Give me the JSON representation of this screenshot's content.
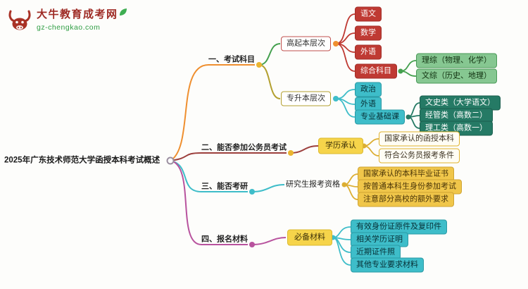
{
  "logo": {
    "title": "大牛教育成考网",
    "url": "gz-chengkao.com"
  },
  "colors": {
    "brand_red": "#9e2b25",
    "brand_green": "#2f9e44",
    "branch_exam_subjects": "#ef8f2f",
    "branch_civil_service": "#9c3f3c",
    "branch_postgraduate": "#3ebdc9",
    "branch_materials": "#b8539e",
    "leaf_red": "#bf3a33",
    "leaf_green": "#86c791",
    "leaf_cyan": "#3ebdc9",
    "leaf_dark_teal": "#257a65",
    "leaf_gold": "#f0c64a",
    "highlight_yellow": "#f6d44a"
  },
  "mindmap": {
    "root": "2025年广东技术师范大学函授本科考试概述",
    "branches": [
      {
        "label": "一、考试科目",
        "children": [
          {
            "label": "高起本层次",
            "children": [
              {
                "label": "语文"
              },
              {
                "label": "数学"
              },
              {
                "label": "外语"
              },
              {
                "label": "综合科目",
                "children": [
                  {
                    "label": "理综（物理、化学）"
                  },
                  {
                    "label": "文综（历史、地理）"
                  }
                ]
              }
            ]
          },
          {
            "label": "专升本层次",
            "children": [
              {
                "label": "政治"
              },
              {
                "label": "外语"
              },
              {
                "label": "专业基础课",
                "children": [
                  {
                    "label": "文史类（大学语文）"
                  },
                  {
                    "label": "经管类（高数二）"
                  },
                  {
                    "label": "理工类（高数一）"
                  }
                ]
              }
            ]
          }
        ]
      },
      {
        "label": "二、能否参加公务员考试",
        "children": [
          {
            "label": "学历承认",
            "children": [
              {
                "label": "国家承认的函授本科"
              },
              {
                "label": "符合公务员报考条件"
              }
            ]
          }
        ]
      },
      {
        "label": "三、能否考研",
        "children": [
          {
            "label": "研究生报考资格",
            "children": [
              {
                "label": "国家承认的本科毕业证书"
              },
              {
                "label": "按普通本科生身份参加考试"
              },
              {
                "label": "注意部分高校的额外要求"
              }
            ]
          }
        ]
      },
      {
        "label": "四、报名材料",
        "children": [
          {
            "label": "必备材料",
            "children": [
              {
                "label": "有效身份证原件及复印件"
              },
              {
                "label": "相关学历证明"
              },
              {
                "label": "近期证件照"
              },
              {
                "label": "其他专业要求材料"
              }
            ]
          }
        ]
      }
    ]
  }
}
